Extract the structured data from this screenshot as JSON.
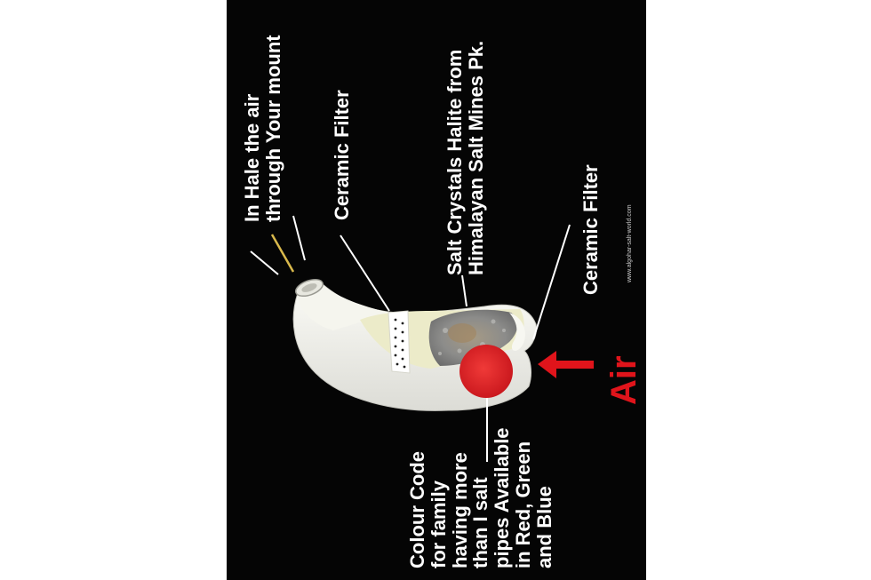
{
  "poster": {
    "background": "#050505",
    "labels": {
      "inhale": [
        "In Hale the air",
        "through Your mount"
      ],
      "ceramic_top": "Ceramic Filter",
      "salt": [
        "Salt Crystals Halite from",
        "Himalayan Salt Mines Pk."
      ],
      "ceramic_bottom": "Ceramic Filter",
      "colour": [
        "Colour Code",
        "for family",
        "having more",
        "than I salt",
        "pipes Available",
        "in Red, Green",
        "and Blue"
      ],
      "air": "Air",
      "website": "www.algohar-salt-world.com"
    }
  },
  "colors": {
    "air_arrow": "#e0141b",
    "color_dot": "#e3262b",
    "pipe_body": "#f2f1ea"
  },
  "icons": {
    "arrow": "up-arrow-icon",
    "pipe": "salt-pipe-illustration"
  }
}
